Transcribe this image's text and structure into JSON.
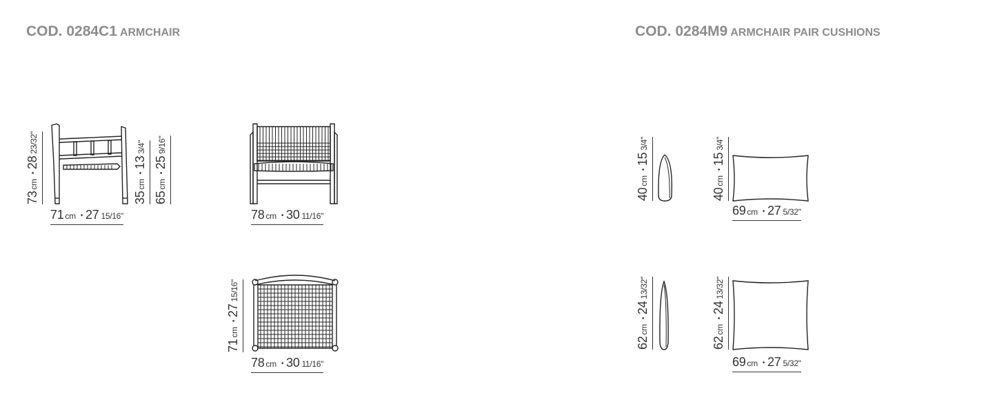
{
  "left_product": {
    "code": "COD. 0284C1",
    "name": "ARMCHAIR"
  },
  "right_product": {
    "code": "COD. 0284M9",
    "name": "ARMCHAIR PAIR CUSHIONS"
  },
  "dims": {
    "side_height": {
      "cm": "73",
      "unit": "cm",
      "sep": "•",
      "inch": "28",
      "frac": "23/32\""
    },
    "seat_height": {
      "cm": "35",
      "unit": "cm",
      "sep": "•",
      "inch": "13",
      "frac": "3/4\""
    },
    "arm_height": {
      "cm": "65",
      "unit": "cm",
      "sep": "•",
      "inch": "25",
      "frac": "9/16\""
    },
    "side_depth": {
      "cm": "71",
      "unit": "cm",
      "sep": "•",
      "inch": "27",
      "frac": "15/16\""
    },
    "front_width": {
      "cm": "78",
      "unit": "cm",
      "sep": "•",
      "inch": "30",
      "frac": "11/16\""
    },
    "top_depth": {
      "cm": "71",
      "unit": "cm",
      "sep": "•",
      "inch": "27",
      "frac": "15/16\""
    },
    "top_width": {
      "cm": "78",
      "unit": "cm",
      "sep": "•",
      "inch": "30",
      "frac": "11/16\""
    },
    "cushion1_side_h": {
      "cm": "40",
      "unit": "cm",
      "sep": "•",
      "inch": "15",
      "frac": "3/4\""
    },
    "cushion1_front_h": {
      "cm": "40",
      "unit": "cm",
      "sep": "•",
      "inch": "15",
      "frac": "3/4\""
    },
    "cushion1_w": {
      "cm": "69",
      "unit": "cm",
      "sep": "•",
      "inch": "27",
      "frac": "5/32\""
    },
    "cushion2_side_h": {
      "cm": "62",
      "unit": "cm",
      "sep": "•",
      "inch": "24",
      "frac": "13/32\""
    },
    "cushion2_front_h": {
      "cm": "62",
      "unit": "cm",
      "sep": "•",
      "inch": "24",
      "frac": "13/32\""
    },
    "cushion2_w": {
      "cm": "69",
      "unit": "cm",
      "sep": "•",
      "inch": "27",
      "frac": "5/32\""
    }
  }
}
